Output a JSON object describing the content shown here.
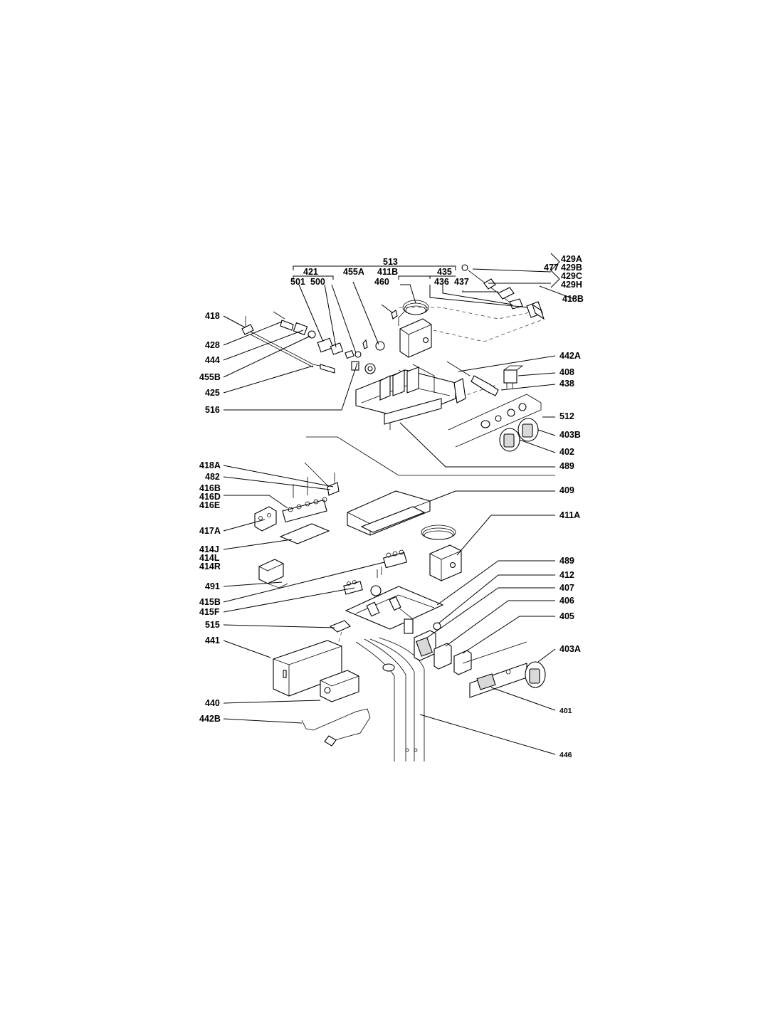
{
  "diagram": {
    "labels": {
      "l513": "513",
      "l421": "421",
      "l411B": "411B",
      "l455A": "455A",
      "l435": "435",
      "l501": "501",
      "l500": "500",
      "l460": "460",
      "l436": "436",
      "l437": "437",
      "l477": "477",
      "l429A": "429A",
      "l429B": "429B",
      "l429C": "429C",
      "l429H": "429H",
      "l418B": "418B",
      "l418": "418",
      "l428": "428",
      "l444": "444",
      "l455B": "455B",
      "l425": "425",
      "l516": "516",
      "l442A": "442A",
      "l408": "408",
      "l438": "438",
      "l512": "512",
      "l403B": "403B",
      "l402": "402",
      "l489a": "489",
      "l418A": "418A",
      "l482": "482",
      "l416B": "416B",
      "l416D": "416D",
      "l416E": "416E",
      "l409": "409",
      "l411A": "411A",
      "l417A": "417A",
      "l414J": "414J",
      "l414L": "414L",
      "l414R": "414R",
      "l491": "491",
      "l489b": "489",
      "l412": "412",
      "l407": "407",
      "l406": "406",
      "l405": "405",
      "l415B": "415B",
      "l415F": "415F",
      "l515": "515",
      "l441": "441",
      "l403A": "403A",
      "l440": "440",
      "l442B": "442B",
      "l401": "401",
      "l446": "446"
    }
  }
}
